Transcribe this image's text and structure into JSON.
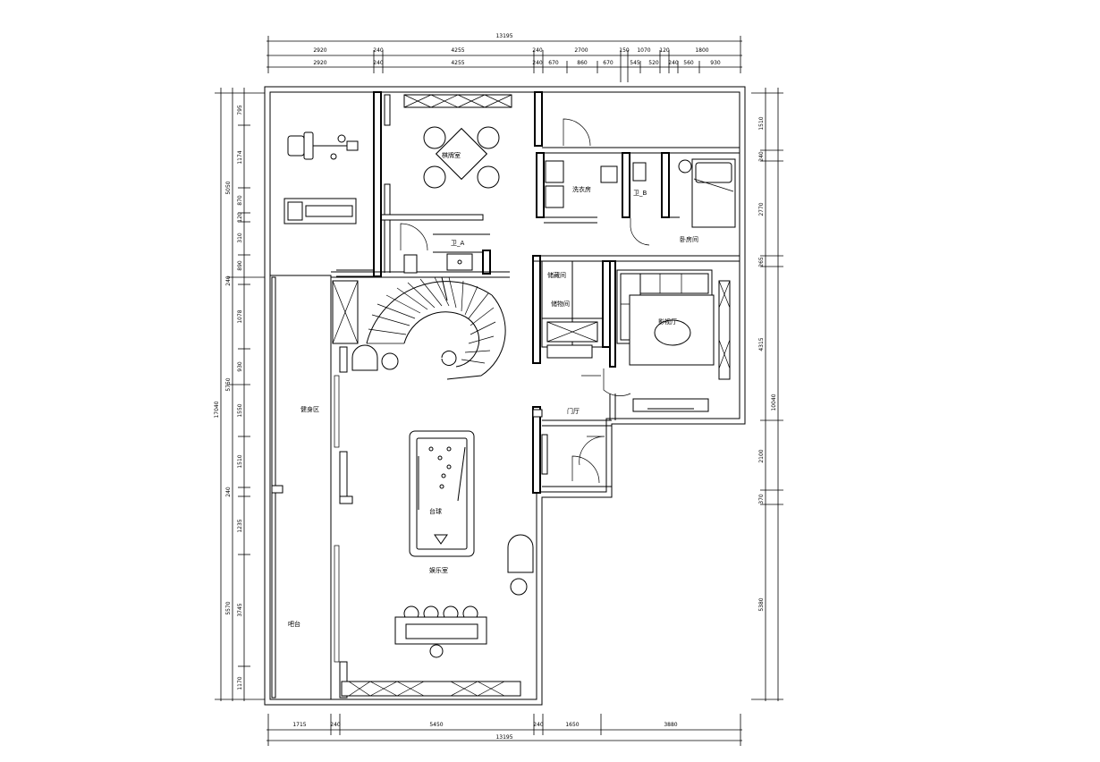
{
  "dimensions": {
    "top_total": "13195",
    "top_row1": [
      "2920",
      "240",
      "4255",
      "240",
      "2700",
      "150",
      "1070",
      "120",
      "1800"
    ],
    "top_row2": [
      "2920",
      "240",
      "4255",
      "240",
      "670",
      "860",
      "670",
      "545",
      "520",
      "240",
      "560",
      "930"
    ],
    "bottom_row": [
      "1715",
      "240",
      "5450",
      "240",
      "1650",
      "3880"
    ],
    "bottom_total": "13195",
    "left_outer": [
      "5050",
      "5750",
      "5570"
    ],
    "left_overall": "17040",
    "left_inner": [
      "795",
      "1174",
      "870",
      "120",
      "310",
      "890",
      "240",
      "1078",
      "930",
      "1550",
      "1510",
      "240",
      "1235",
      "3745",
      "1170"
    ],
    "right": [
      "1510",
      "240",
      "2770",
      "265",
      "4315",
      "10040",
      "2100",
      "370",
      "5380"
    ]
  },
  "rooms": {
    "gym": "健身区",
    "mahjong": "棋牌室",
    "toilet_a": "卫_A",
    "laundry": "洗衣房",
    "toilet_b": "卫_B",
    "bedroom": "卧房间",
    "storage1": "储藏间",
    "storage2": "储物间",
    "theater": "影视厅",
    "foyer": "门厅",
    "billiard": "台球",
    "entertainment": "娱乐室",
    "bar": "吧台"
  }
}
